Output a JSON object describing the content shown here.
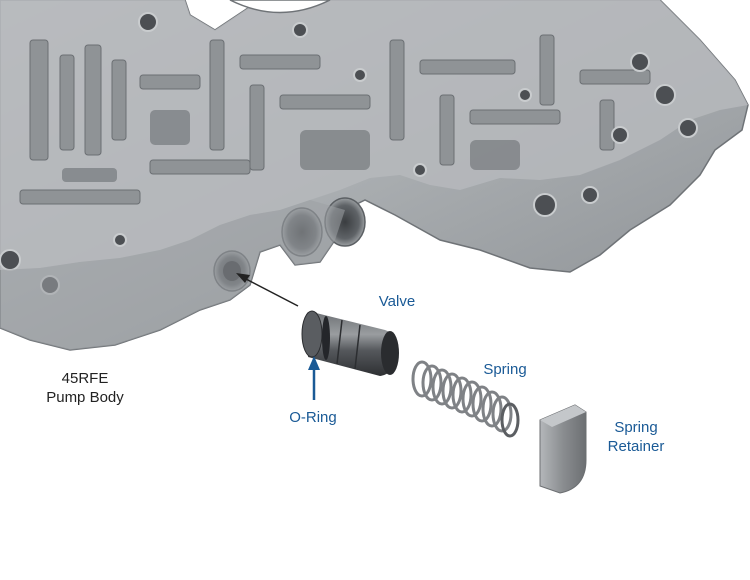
{
  "colors": {
    "label_blue": "#1a5a96",
    "label_dark": "#222222",
    "casting_light": "#b9bcbe",
    "casting_mid": "#9a9ea1",
    "casting_dark": "#6f7377",
    "valve_dark": "#3f4246",
    "spring_steel": "#8c8f92",
    "retainer_gray": "#8a8d90"
  },
  "labels": {
    "valve": "Valve",
    "spring": "Spring",
    "o_ring": "O-Ring",
    "spring_retainer_line1": "Spring",
    "spring_retainer_line2": "Retainer",
    "pump_body_line1": "45RFE",
    "pump_body_line2": "Pump Body"
  },
  "icons": {
    "arrow_to_bore": "arrow-icon",
    "arrow_to_oring": "arrow-up-icon"
  }
}
